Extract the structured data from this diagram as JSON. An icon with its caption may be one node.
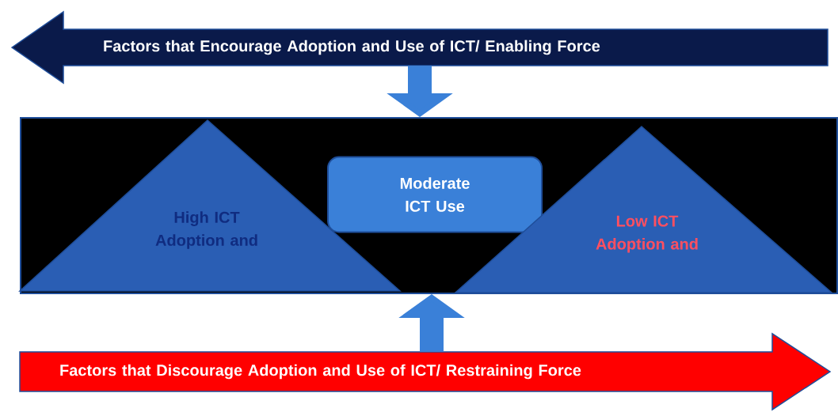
{
  "diagram": {
    "nodes": [
      {
        "text": [
          "Factors that Encourage Adoption and Use of ICT/ Enabling Force"
        ]
      },
      {
        "text": [],
        "shape": "box"
      },
      {
        "text": [
          "High ICT Adoption and"
        ],
        "in": 1
      },
      {
        "text": [
          "Moderate ICT Use"
        ],
        "in": 1
      },
      {
        "text": [
          "Low ICT Adoption and"
        ],
        "in": 1
      },
      {
        "text": [
          "Factors that Discourage Adoption and Use of ICT/ Restraining Force"
        ]
      }
    ],
    "edges": [
      {
        "from": 0,
        "to": 1,
        "arrow": "to"
      },
      {
        "from": 5,
        "to": 1,
        "arrow": "to"
      }
    ]
  }
}
